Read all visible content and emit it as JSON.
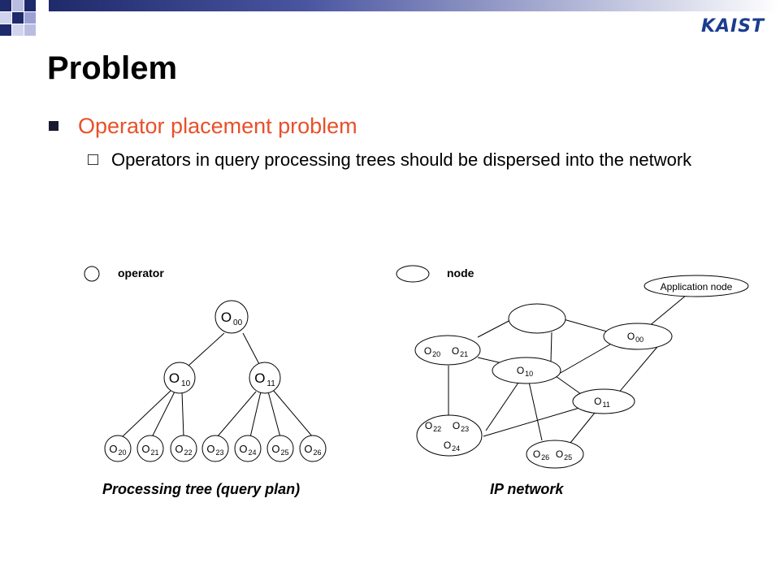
{
  "slide": {
    "title": "Problem",
    "logo_text": "KAIST",
    "bullet1": "Operator placement problem",
    "bullet2": "Operators in query processing trees should be dispersed into the network"
  },
  "legend": {
    "operator": "operator",
    "node": "node"
  },
  "tree": {
    "caption": "Processing tree (query plan)",
    "root": {
      "base": "O",
      "sub": "00"
    },
    "mid": [
      {
        "base": "O",
        "sub": "10"
      },
      {
        "base": "O",
        "sub": "11"
      }
    ],
    "leaves": [
      {
        "base": "O",
        "sub": "20"
      },
      {
        "base": "O",
        "sub": "21"
      },
      {
        "base": "O",
        "sub": "22"
      },
      {
        "base": "O",
        "sub": "23"
      },
      {
        "base": "O",
        "sub": "24"
      },
      {
        "base": "O",
        "sub": "25"
      },
      {
        "base": "O",
        "sub": "26"
      }
    ]
  },
  "network": {
    "caption": "IP network",
    "app_node": "Application node",
    "labels": {
      "n1a": {
        "base": "O",
        "sub": "20"
      },
      "n1b": {
        "base": "O",
        "sub": "21"
      },
      "n2": {
        "base": "O",
        "sub": "10"
      },
      "n3": {
        "base": "O",
        "sub": "00"
      },
      "n4": {
        "base": "O",
        "sub": "11"
      },
      "n5a": {
        "base": "O",
        "sub": "22"
      },
      "n5b": {
        "base": "O",
        "sub": "23"
      },
      "n5c": {
        "base": "O",
        "sub": "24"
      },
      "n6a": {
        "base": "O",
        "sub": "26"
      },
      "n6b": {
        "base": "O",
        "sub": "25"
      }
    }
  },
  "colors": {
    "accent": "#e8502a",
    "logo": "#1a3d8f",
    "bar_dark": "#1f2a6b"
  }
}
